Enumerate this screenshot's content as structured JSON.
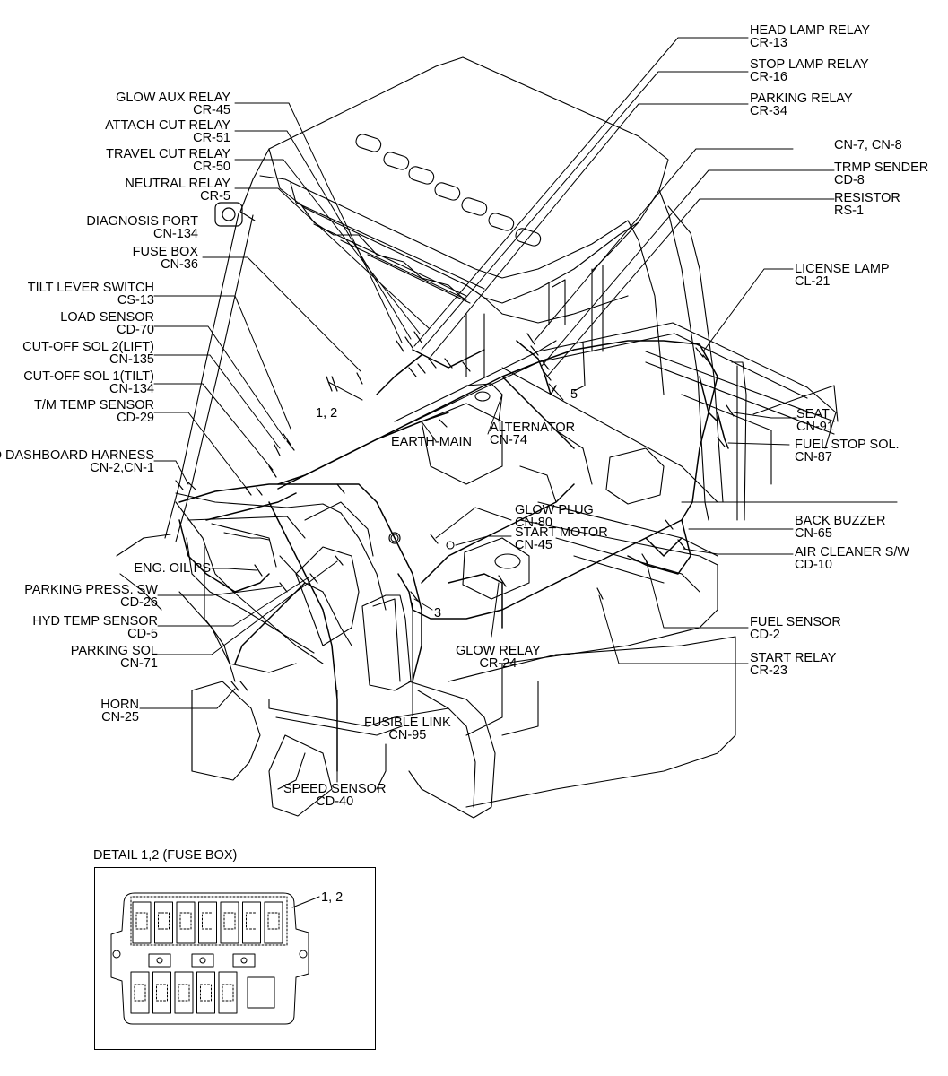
{
  "labels_left": [
    {
      "id": "glow-aux-relay",
      "name": "GLOW AUX RELAY",
      "code": "CR-45"
    },
    {
      "id": "attach-cut-relay",
      "name": "ATTACH CUT RELAY",
      "code": "CR-51"
    },
    {
      "id": "travel-cut-relay",
      "name": "TRAVEL CUT RELAY",
      "code": "CR-50"
    },
    {
      "id": "neutral-relay",
      "name": "NEUTRAL RELAY",
      "code": "CR-5"
    },
    {
      "id": "diagnosis-port",
      "name": "DIAGNOSIS PORT",
      "code": "CN-134"
    },
    {
      "id": "fuse-box",
      "name": "FUSE BOX",
      "code": "CN-36"
    },
    {
      "id": "tilt-lever-switch",
      "name": "TILT LEVER SWITCH",
      "code": "CS-13"
    },
    {
      "id": "load-sensor",
      "name": "LOAD SENSOR",
      "code": "CD-70"
    },
    {
      "id": "cut-off-sol-2",
      "name": "CUT-OFF SOL 2(LIFT)",
      "code": "CN-135"
    },
    {
      "id": "cut-off-sol-1",
      "name": "CUT-OFF SOL 1(TILT)",
      "code": "CN-134"
    },
    {
      "id": "tm-temp-sensor",
      "name": "T/M TEMP SENSOR",
      "code": "CD-29"
    },
    {
      "id": "dashboard-harness",
      "name": "TO DASHBOARD HARNESS",
      "code": "CN-2,CN-1"
    },
    {
      "id": "eng-oil-ps",
      "name": "ENG. OIL PS",
      "code": ""
    },
    {
      "id": "parking-press-sw",
      "name": "PARKING PRESS. SW",
      "code": "CD-26"
    },
    {
      "id": "hyd-temp-sensor",
      "name": "HYD TEMP SENSOR",
      "code": "CD-5"
    },
    {
      "id": "parking-sol",
      "name": "PARKING SOL",
      "code": "CN-71"
    },
    {
      "id": "horn",
      "name": "HORN",
      "code": "CN-25"
    }
  ],
  "labels_right": [
    {
      "id": "head-lamp-relay",
      "name": "HEAD LAMP RELAY",
      "code": "CR-13"
    },
    {
      "id": "stop-lamp-relay",
      "name": "STOP LAMP RELAY",
      "code": "CR-16"
    },
    {
      "id": "parking-relay",
      "name": "PARKING RELAY",
      "code": "CR-34"
    },
    {
      "id": "cn-7-8",
      "name": "CN-7, CN-8",
      "code": ""
    },
    {
      "id": "trmp-sender",
      "name": "TRMP SENDER",
      "code": "CD-8"
    },
    {
      "id": "resistor",
      "name": "RESISTOR",
      "code": "RS-1"
    },
    {
      "id": "license-lamp",
      "name": "LICENSE LAMP",
      "code": "CL-21"
    },
    {
      "id": "seat",
      "name": "SEAT",
      "code": "CN-91"
    },
    {
      "id": "fuel-stop-sol",
      "name": "FUEL STOP SOL.",
      "code": "CN-87"
    },
    {
      "id": "back-buzzer",
      "name": "BACK BUZZER",
      "code": "CN-65"
    },
    {
      "id": "air-cleaner-sw",
      "name": "AIR CLEANER S/W",
      "code": "CD-10"
    },
    {
      "id": "fuel-sensor",
      "name": "FUEL SENSOR",
      "code": "CD-2"
    },
    {
      "id": "start-relay",
      "name": "START RELAY",
      "code": "CR-23"
    }
  ],
  "labels_center": [
    {
      "id": "alternator",
      "name": "ALTERNATOR",
      "code": "CN-74"
    },
    {
      "id": "earth-main",
      "name": "EARTH-MAIN",
      "code": ""
    },
    {
      "id": "glow-plug",
      "name": "GLOW PLUG",
      "code": "CN-80"
    },
    {
      "id": "start-motor",
      "name": "START MOTOR",
      "code": "CN-45"
    },
    {
      "id": "glow-relay",
      "name": "GLOW RELAY",
      "code": "CR-24"
    },
    {
      "id": "fusible-link",
      "name": "FUSIBLE LINK",
      "code": "CN-95"
    },
    {
      "id": "speed-sensor",
      "name": "SPEED SENSOR",
      "code": "CD-40"
    }
  ],
  "callouts": {
    "c12": "1, 2",
    "c5": "5",
    "c3": "3",
    "detail_c12": "1, 2"
  },
  "detail": {
    "title": "DETAIL 1,2 (FUSE BOX)"
  }
}
